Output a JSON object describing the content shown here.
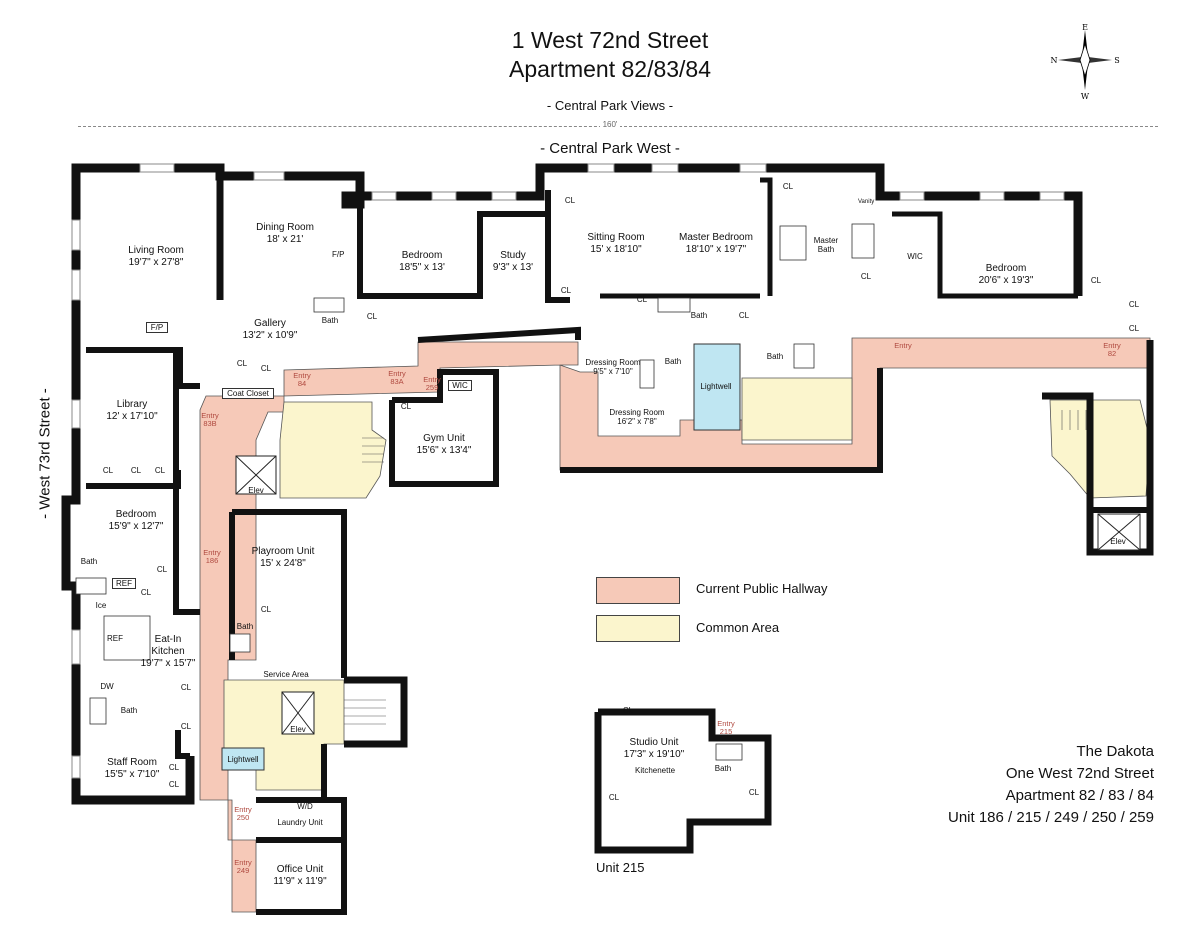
{
  "header": {
    "title_line1": "1 West 72nd Street",
    "title_line2": "Apartment 82/83/84",
    "subtitle": "- Central Park Views -",
    "dimension": "160'"
  },
  "streets": {
    "top": "- Central Park West -",
    "left": "- West 73rd Street -"
  },
  "compass": {
    "n": "N",
    "e": "E",
    "s": "S",
    "w": "W"
  },
  "rooms": {
    "living": {
      "name": "Living Room",
      "size": "19'7\" x 27'8\""
    },
    "dining": {
      "name": "Dining Room",
      "size": "18' x 21'"
    },
    "bedroom1": {
      "name": "Bedroom",
      "size": "18'5\" x 13'"
    },
    "study": {
      "name": "Study",
      "size": "9'3\" x 13'"
    },
    "sitting": {
      "name": "Sitting Room",
      "size": "15' x 18'10\""
    },
    "master_bed": {
      "name": "Master Bedroom",
      "size": "18'10\" x 19'7\""
    },
    "master_bath": {
      "line1": "Master",
      "line2": "Bath"
    },
    "bedroom2": {
      "name": "Bedroom",
      "size": "20'6\" x 19'3\""
    },
    "gallery": {
      "name": "Gallery",
      "size": "13'2\" x 10'9\""
    },
    "library": {
      "name": "Library",
      "size": "12' x 17'10\""
    },
    "bedroom3": {
      "name": "Bedroom",
      "size": "15'9\" x 12'7\""
    },
    "gym": {
      "name": "Gym Unit",
      "size": "15'6\" x 13'4\""
    },
    "playroom": {
      "name": "Playroom Unit",
      "size": "15' x 24'8\""
    },
    "kitchen": {
      "line1": "Eat-In",
      "line2": "Kitchen",
      "size": "19'7\" x 15'7\""
    },
    "staff": {
      "name": "Staff Room",
      "size": "15'5\" x 7'10\""
    },
    "dressing1": {
      "name": "Dressing Room",
      "size": "9'5\" x 7'10\""
    },
    "dressing2": {
      "name": "Dressing Room",
      "size": "16'2\" x 7'8\""
    },
    "laundry": "Laundry Unit",
    "office": {
      "name": "Office Unit",
      "size": "11'9\" x 11'9\""
    },
    "studio": {
      "name": "Studio Unit",
      "size": "17'3\" x 19'10\""
    },
    "kitchenette": "Kitchenette",
    "service": "Service Area",
    "coat_closet": "Coat Closet"
  },
  "small": {
    "bath": "Bath",
    "cl": "CL",
    "fp": "F/P",
    "wic": "WIC",
    "ref": "REF",
    "ice": "Ice",
    "dw": "DW",
    "wd": "W/D",
    "elev": "Elev",
    "lightwell": "Lightwell",
    "vanity": "Vanity"
  },
  "entries": {
    "e84": [
      "Entry",
      "84"
    ],
    "e83a": [
      "Entry",
      "83A"
    ],
    "e259": [
      "Entry",
      "259"
    ],
    "e83b": [
      "Entry",
      "83B"
    ],
    "e186": [
      "Entry",
      "186"
    ],
    "e250": [
      "Entry",
      "250"
    ],
    "e249": [
      "Entry",
      "249"
    ],
    "e_plain": [
      "Entry"
    ],
    "e82": [
      "Entry",
      "82"
    ],
    "e215": [
      "Entry",
      "215"
    ]
  },
  "legend": {
    "hallway": "Current Public Hallway",
    "common": "Common Area",
    "hallway_color": "#f6c9b8",
    "common_color": "#fbf5cd"
  },
  "info": {
    "line1": "The Dakota",
    "line2": "One West 72nd Street",
    "line3": "Apartment 82 / 83 / 84",
    "line4": "Unit 186 / 215 / 249 / 250 / 259"
  },
  "unit215_label": "Unit 215"
}
